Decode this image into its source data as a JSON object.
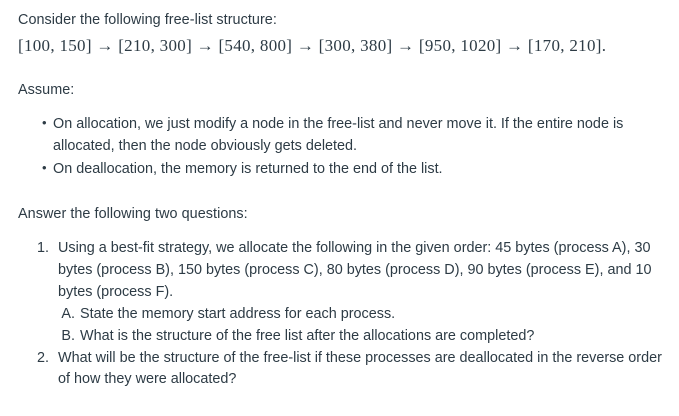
{
  "document": {
    "intro": "Consider the following free-list structure:",
    "free_list": {
      "nodes": [
        {
          "start": 100,
          "end": 150,
          "text": "[100, 150]"
        },
        {
          "start": 210,
          "end": 300,
          "text": "[210, 300]"
        },
        {
          "start": 540,
          "end": 800,
          "text": "[540, 800]"
        },
        {
          "start": 300,
          "end": 380,
          "text": "[300, 380]"
        },
        {
          "start": 950,
          "end": 1020,
          "text": "[950, 1020]"
        },
        {
          "start": 170,
          "end": 210,
          "text": "[170, 210]"
        }
      ],
      "separator": "→",
      "terminator": ".",
      "rendered": "[100, 150] → [210, 300] → [540, 800] → [300, 380] → [950, 1020] → [170, 210]."
    },
    "assume_heading": "Assume:",
    "assumptions": [
      "On allocation, we just modify a node in the free-list and never move it. If the entire node is allocated, then the node obviously gets deleted.",
      "On deallocation, the memory is returned to the end of the list."
    ],
    "answer_heading": "Answer the following two questions:",
    "questions": [
      {
        "number": "1.",
        "text": "Using a best-fit strategy, we allocate the following in the given order: 45 bytes (process A), 30 bytes (process B), 150 bytes (process C), 80 bytes (process D), 90 bytes (process E), and 10 bytes (process F).",
        "allocations": [
          {
            "size": 45,
            "process": "A",
            "label": "45 bytes (process A)"
          },
          {
            "size": 30,
            "process": "B",
            "label": "30 bytes (process B)"
          },
          {
            "size": 150,
            "process": "C",
            "label": "150 bytes (process C)"
          },
          {
            "size": 80,
            "process": "D",
            "label": "80 bytes (process D)"
          },
          {
            "size": 90,
            "process": "E",
            "label": "90 bytes (process E)"
          },
          {
            "size": 10,
            "process": "F",
            "label": "10 bytes (process F)"
          }
        ],
        "subquestions": [
          {
            "marker": "A.",
            "text": "State the memory start address for each process."
          },
          {
            "marker": "B.",
            "text": "What is the structure of the free list after the allocations are completed?"
          }
        ]
      },
      {
        "number": "2.",
        "text": "What will be the structure of the free-list if these processes are deallocated in the reverse order of how they were allocated?",
        "subquestions": []
      }
    ],
    "colors": {
      "text": "#2d3b45",
      "background": "#ffffff"
    }
  }
}
